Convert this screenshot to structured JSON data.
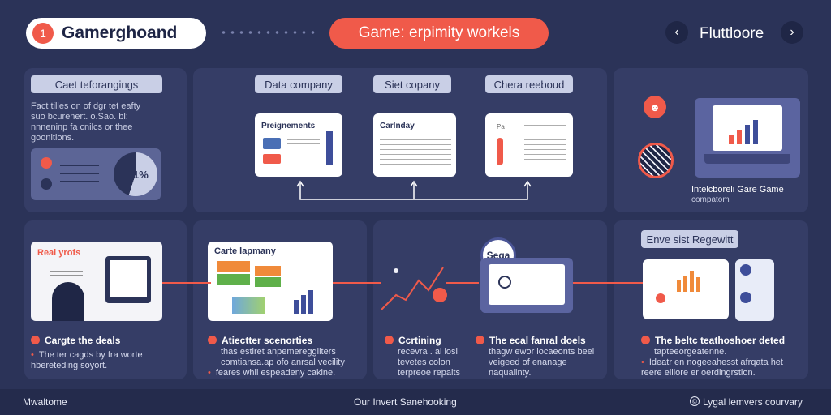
{
  "header": {
    "brand_number": "1",
    "brand_title": "Gamerghoand",
    "center_pill": "Game: erpimity workels",
    "nav_label": "Fluttloore",
    "prev_icon": "chevron-left-icon",
    "next_icon": "chevron-right-icon"
  },
  "panel1": {
    "tag": "Caet teforangings",
    "text": "Fact tilles on of dgr tet eafty suo bcurenert. o.Sao. bl: nnneninp fa cnilcs or thee goonitions.",
    "stat": "1%"
  },
  "panel2": {
    "tags": [
      "Data company",
      "Siet copany",
      "Chera reeboud"
    ],
    "card1_title": "Preignements",
    "card2_title": "Carlnday",
    "card3_label": "Pa"
  },
  "panel3": {
    "caption": "Intelcboreli Gare Game",
    "subcaption": "compatom"
  },
  "panel4": {
    "title": "Real yrofs",
    "caption_title": "Cargte the deals",
    "caption_text": "The ter cagds by fra worte hbereteding soyort."
  },
  "panel5": {
    "title": "Carte lapmany",
    "caption_title": "Atiectter scenorties",
    "caption_text": "thas estiret anpemereggliters comtiansa.ap ofo anrsal vecility",
    "caption_bullet": "feares whil espeadeny cakine."
  },
  "panel6": {
    "badge": "Sega",
    "caption1_title": "Ccrtining",
    "caption1_text": "recevra . al iosl tevetes colon terpreoe repalts",
    "caption2_title": "The ecal fanral doels",
    "caption2_text": "thagw ewor locaeonts beel veigeed of enanage naqualinty."
  },
  "panel7": {
    "tag": "Enve sist Regewitt",
    "caption_title": "The beltc teathoshoer deted",
    "caption_text": "tapteeorgeatenne.",
    "caption_bullet": "Ideatr en nogeeahesst afrqata het reere eillore er oerdingrstion."
  },
  "footer": {
    "left": "Mwaltome",
    "center": "Our Invert Sanehooking",
    "right": "Lygal lemvers courvary",
    "right_icon": "copyright-icon"
  },
  "colors": {
    "background": "#2b3358",
    "panel": "#353d66",
    "accent": "#f05a4a",
    "card": "#ffffff"
  }
}
